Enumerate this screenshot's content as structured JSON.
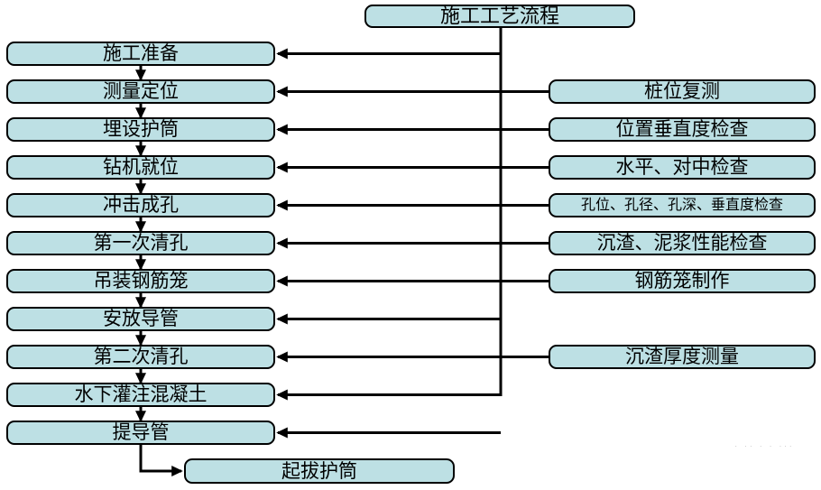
{
  "diagram": {
    "title": "施工工艺流程",
    "steps": [
      {
        "label": "施工准备",
        "check": null
      },
      {
        "label": "测量定位",
        "check": "桩位复测"
      },
      {
        "label": "埋设护筒",
        "check": "位置垂直度检查"
      },
      {
        "label": "钻机就位",
        "check": "水平、对中检查"
      },
      {
        "label": "冲击成孔",
        "check": "孔位、孔径、孔深、垂直度检查",
        "check_small": true
      },
      {
        "label": "第一次清孔",
        "check": "沉渣、泥浆性能检查"
      },
      {
        "label": "吊装钢筋笼",
        "check": "钢筋笼制作"
      },
      {
        "label": "安放导管",
        "check": null
      },
      {
        "label": "第二次清孔",
        "check": "沉渣厚度测量"
      },
      {
        "label": "水下灌注混凝土",
        "check": null
      },
      {
        "label": "提导管",
        "check": null
      }
    ],
    "final_step": "起拔护筒",
    "colors": {
      "box_fill": "#bde0e4",
      "box_border": "#000000",
      "connector": "#000000",
      "background": "#ffffff",
      "text": "#000000"
    },
    "watermark": "· ·· ·  · ···"
  }
}
